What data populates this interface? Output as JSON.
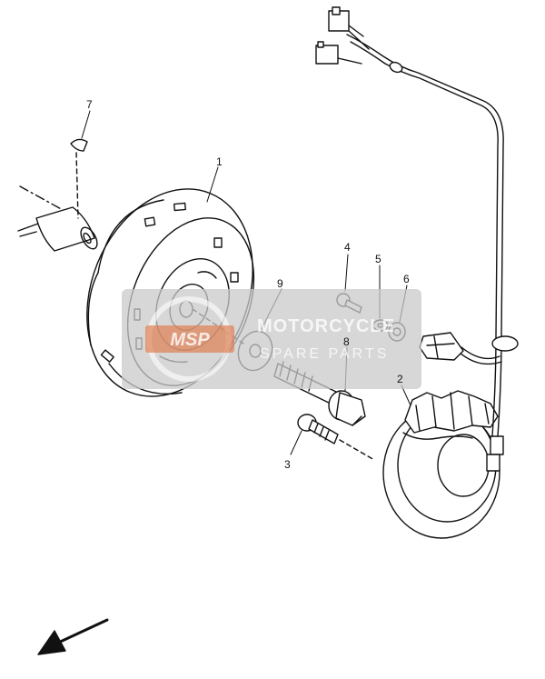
{
  "diagram": {
    "callouts": [
      {
        "id": "1",
        "text": "1"
      },
      {
        "id": "2",
        "text": "2"
      },
      {
        "id": "3",
        "text": "3"
      },
      {
        "id": "4",
        "text": "4"
      },
      {
        "id": "5",
        "text": "5"
      },
      {
        "id": "6",
        "text": "6"
      },
      {
        "id": "7",
        "text": "7"
      },
      {
        "id": "8",
        "text": "8"
      },
      {
        "id": "9",
        "text": "9"
      }
    ],
    "parts": [
      "rotor",
      "stator",
      "bolt",
      "screw",
      "washer",
      "nut",
      "woodruff-key",
      "flange-bolt",
      "plate-washer",
      "wire-harness",
      "connector"
    ],
    "direction_arrow": "front-direction"
  },
  "watermark": {
    "logo": "MSP",
    "line1": "MOTORCYCLE",
    "line2": "SPARE PARTS",
    "color": "#c9c9c9",
    "accent": "#e07a4a"
  }
}
